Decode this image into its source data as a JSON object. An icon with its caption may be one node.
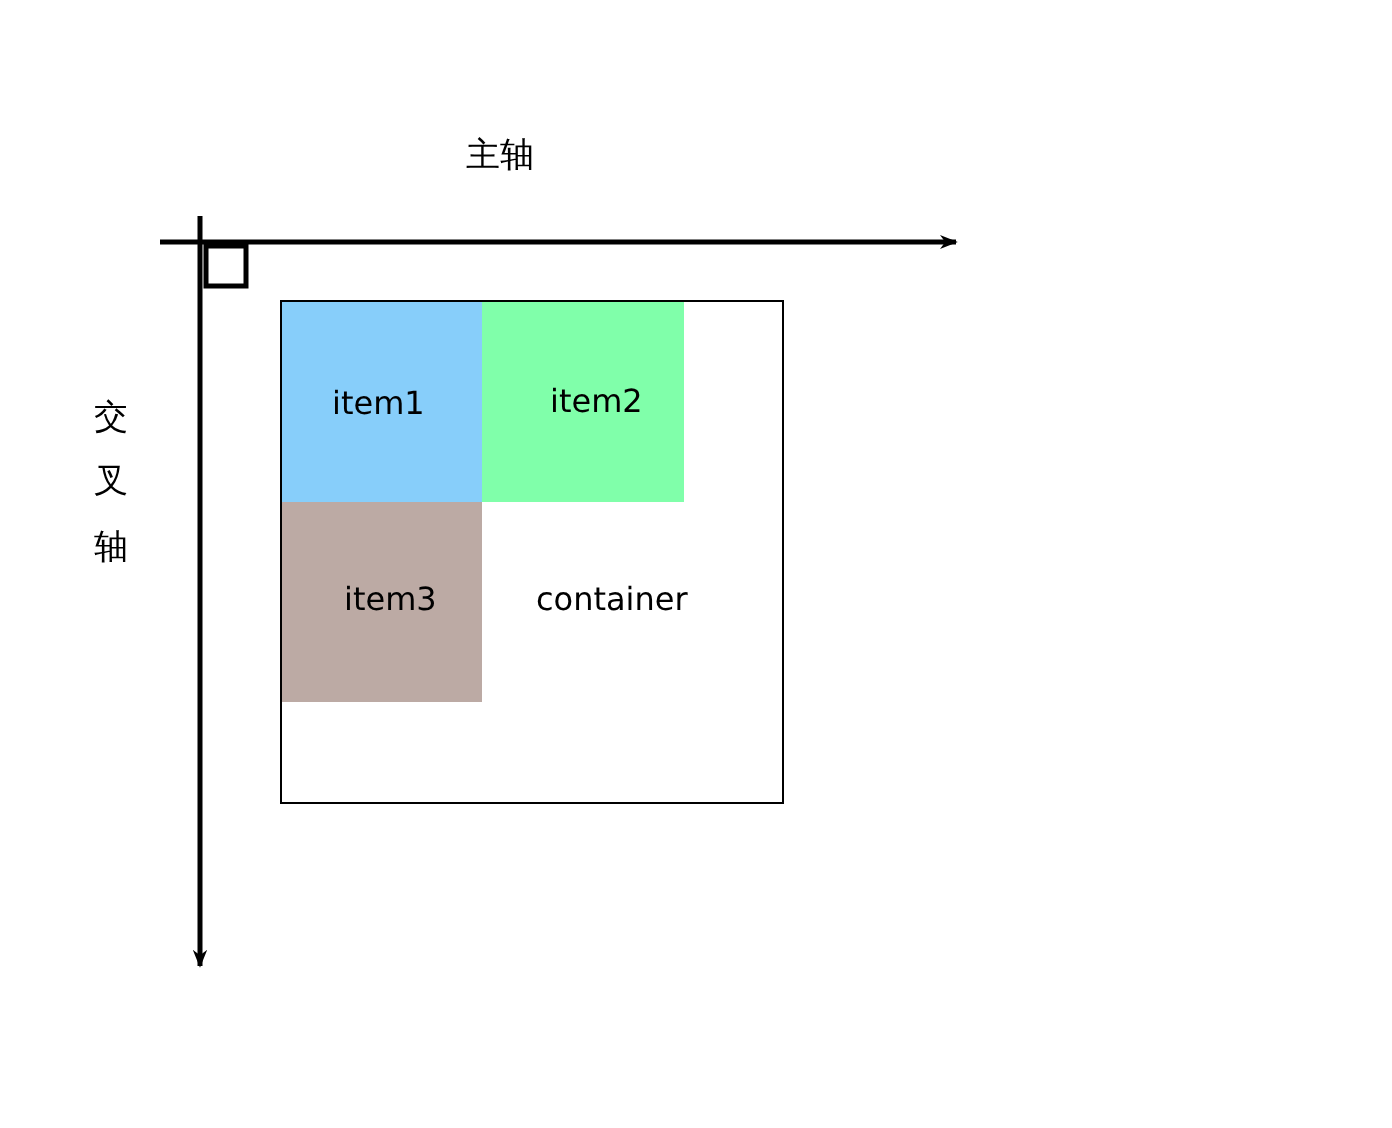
{
  "diagram": {
    "nodes": [
      {
        "text": [
          "container"
        ]
      },
      {
        "text": [
          "item1"
        ],
        "in": 0
      },
      {
        "text": [
          "item2"
        ],
        "in": 0
      },
      {
        "text": [
          "item3"
        ],
        "in": 0
      }
    ],
    "labels": [
      "主轴",
      "交叉轴"
    ]
  }
}
